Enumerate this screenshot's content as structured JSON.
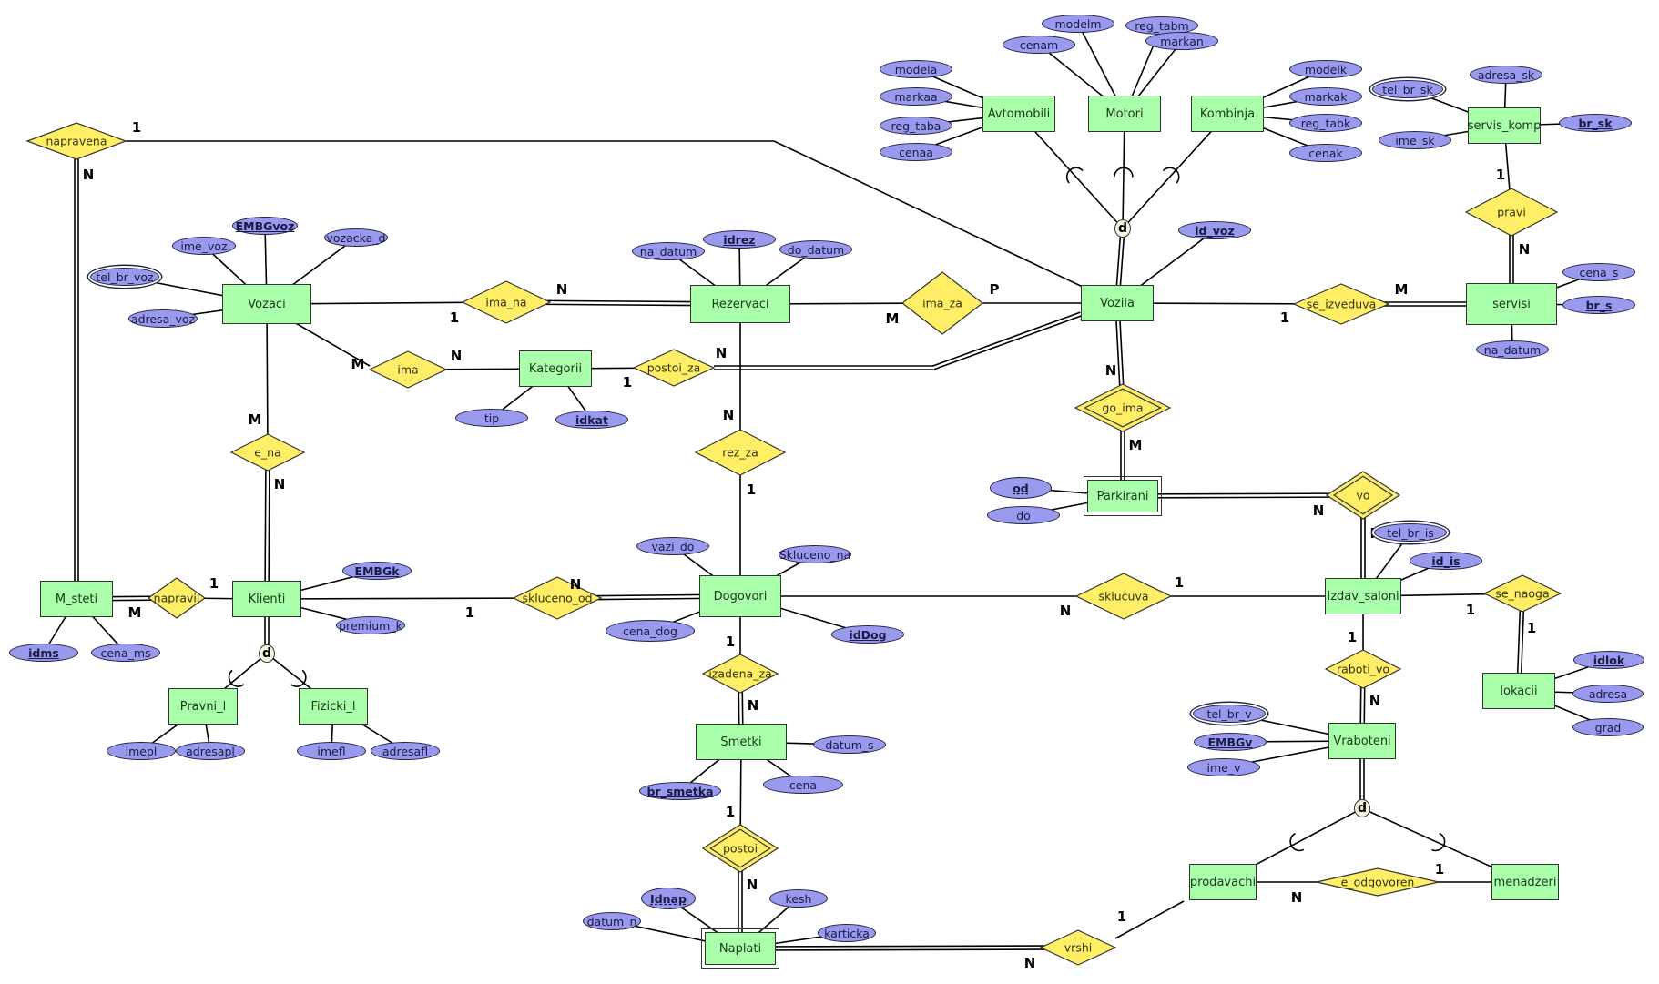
{
  "diagram": {
    "type": "ER diagram",
    "colors": {
      "entity": "#aaffaa",
      "attribute": "#9999ee",
      "relationship": "#ffee66",
      "line": "#000000"
    },
    "entities": [
      {
        "id": "Avtomobili",
        "label": "Avtomobili"
      },
      {
        "id": "Motori",
        "label": "Motori"
      },
      {
        "id": "Kombinja",
        "label": "Kombinja"
      },
      {
        "id": "servis_komp",
        "label": "servis_komp"
      },
      {
        "id": "Vozaci",
        "label": "Vozaci"
      },
      {
        "id": "Rezervaci",
        "label": "Rezervaci"
      },
      {
        "id": "Vozila",
        "label": "Vozila"
      },
      {
        "id": "servisi",
        "label": "servisi"
      },
      {
        "id": "Kategorii",
        "label": "Kategorii"
      },
      {
        "id": "Parkirani",
        "label": "Parkirani",
        "weak": true
      },
      {
        "id": "M_steti",
        "label": "M_steti"
      },
      {
        "id": "Klienti",
        "label": "Klienti"
      },
      {
        "id": "Dogovori",
        "label": "Dogovori"
      },
      {
        "id": "Izdav_saloni",
        "label": "Izdav_saloni"
      },
      {
        "id": "lokacii",
        "label": "lokacii"
      },
      {
        "id": "Pravni_l",
        "label": "Pravni_l"
      },
      {
        "id": "Fizicki_l",
        "label": "Fizicki_l"
      },
      {
        "id": "Smetki",
        "label": "Smetki"
      },
      {
        "id": "Vraboteni",
        "label": "Vraboteni"
      },
      {
        "id": "Naplati",
        "label": "Naplati",
        "weak": true
      },
      {
        "id": "prodavachi",
        "label": "prodavachi"
      },
      {
        "id": "menadzeri",
        "label": "menadzeri"
      }
    ],
    "attributes": [
      {
        "label": "modela",
        "of": "Avtomobili"
      },
      {
        "label": "markaa",
        "of": "Avtomobili"
      },
      {
        "label": "reg_taba",
        "of": "Avtomobili"
      },
      {
        "label": "cenaa",
        "of": "Avtomobili"
      },
      {
        "label": "cenam",
        "of": "Motori"
      },
      {
        "label": "modelm",
        "of": "Motori"
      },
      {
        "label": "reg_tabm",
        "of": "Motori"
      },
      {
        "label": "markan",
        "of": "Motori"
      },
      {
        "label": "modelk",
        "of": "Kombinja"
      },
      {
        "label": "markak",
        "of": "Kombinja"
      },
      {
        "label": "reg_tabk",
        "of": "Kombinja"
      },
      {
        "label": "cenak",
        "of": "Kombinja"
      },
      {
        "label": "tel_br_sk",
        "of": "servis_komp",
        "kind": "multi"
      },
      {
        "label": "adresa_sk",
        "of": "servis_komp"
      },
      {
        "label": "ime_sk",
        "of": "servis_komp"
      },
      {
        "label": "br_sk",
        "of": "servis_komp",
        "kind": "key"
      },
      {
        "label": "cena_s",
        "of": "servisi"
      },
      {
        "label": "br_s",
        "of": "servisi",
        "kind": "key"
      },
      {
        "label": "na_datum",
        "of": "servisi"
      },
      {
        "label": "id_voz",
        "of": "Vozila",
        "kind": "key"
      },
      {
        "label": "EMBGvoz",
        "of": "Vozaci",
        "kind": "key"
      },
      {
        "label": "ime_voz",
        "of": "Vozaci"
      },
      {
        "label": "vozacka_d",
        "of": "Vozaci"
      },
      {
        "label": "tel_br_voz",
        "of": "Vozaci",
        "kind": "multi"
      },
      {
        "label": "adresa_voz",
        "of": "Vozaci"
      },
      {
        "label": "na_datum",
        "of": "Rezervaci"
      },
      {
        "label": "idrez",
        "of": "Rezervaci",
        "kind": "key"
      },
      {
        "label": "do_datum",
        "of": "Rezervaci"
      },
      {
        "label": "tip",
        "of": "Kategorii"
      },
      {
        "label": "idkat",
        "of": "Kategorii",
        "kind": "key"
      },
      {
        "label": "od",
        "of": "Parkirani",
        "kind": "partial"
      },
      {
        "label": "do",
        "of": "Parkirani"
      },
      {
        "label": "idms",
        "of": "M_steti",
        "kind": "key"
      },
      {
        "label": "cena_ms",
        "of": "M_steti"
      },
      {
        "label": "EMBGk",
        "of": "Klienti",
        "kind": "key"
      },
      {
        "label": "premium_k",
        "of": "Klienti"
      },
      {
        "label": "imepl",
        "of": "Pravni_l"
      },
      {
        "label": "adresapl",
        "of": "Pravni_l"
      },
      {
        "label": "imefl",
        "of": "Fizicki_l"
      },
      {
        "label": "adresafl",
        "of": "Fizicki_l"
      },
      {
        "label": "vazi_do",
        "of": "Dogovori"
      },
      {
        "label": "Skluceno_na",
        "of": "Dogovori"
      },
      {
        "label": "cena_dog",
        "of": "Dogovori"
      },
      {
        "label": "idDog",
        "of": "Dogovori",
        "kind": "key"
      },
      {
        "label": "datum_s",
        "of": "Smetki"
      },
      {
        "label": "br_smetka",
        "of": "Smetki",
        "kind": "key"
      },
      {
        "label": "cena",
        "of": "Smetki"
      },
      {
        "label": "Idnap",
        "of": "Naplati",
        "kind": "partial"
      },
      {
        "label": "kesh",
        "of": "Naplati"
      },
      {
        "label": "datum_n",
        "of": "Naplati"
      },
      {
        "label": "karticka",
        "of": "Naplati"
      },
      {
        "label": "tel_br_is",
        "of": "Izdav_saloni",
        "kind": "multi"
      },
      {
        "label": "id_is",
        "of": "Izdav_saloni",
        "kind": "key"
      },
      {
        "label": "idlok",
        "of": "lokacii",
        "kind": "key"
      },
      {
        "label": "adresa",
        "of": "lokacii"
      },
      {
        "label": "grad",
        "of": "lokacii"
      },
      {
        "label": "tel_br_v",
        "of": "Vraboteni",
        "kind": "multi"
      },
      {
        "label": "EMBGv",
        "of": "Vraboteni",
        "kind": "key"
      },
      {
        "label": "ime_v",
        "of": "Vraboteni"
      }
    ],
    "relationships": [
      {
        "label": "napravena",
        "ends": [
          {
            "entity": "Vozila",
            "card": "1"
          },
          {
            "entity": "M_steti",
            "card": "N",
            "total": true
          }
        ]
      },
      {
        "label": "ima_na",
        "ends": [
          {
            "entity": "Vozaci",
            "card": "1"
          },
          {
            "entity": "Rezervaci",
            "card": "N",
            "total": true
          }
        ]
      },
      {
        "label": "ima_za",
        "ends": [
          {
            "entity": "Rezervaci",
            "card": "M"
          },
          {
            "entity": "Vozila",
            "card": "P"
          }
        ]
      },
      {
        "label": "ima",
        "ends": [
          {
            "entity": "Vozaci",
            "card": "M"
          },
          {
            "entity": "Kategorii",
            "card": "N"
          }
        ]
      },
      {
        "label": "postoi_za",
        "ends": [
          {
            "entity": "Kategorii",
            "card": "1"
          },
          {
            "entity": "Vozila",
            "card": "N",
            "total": true
          }
        ]
      },
      {
        "label": "se_izveduva",
        "ends": [
          {
            "entity": "Vozila",
            "card": "1"
          },
          {
            "entity": "servisi",
            "card": "M",
            "total": true
          }
        ]
      },
      {
        "label": "pravi",
        "ends": [
          {
            "entity": "servis_komp",
            "card": "1"
          },
          {
            "entity": "servisi",
            "card": "N",
            "total": true
          }
        ]
      },
      {
        "label": "go_ima",
        "identifying": true,
        "ends": [
          {
            "entity": "Vozila",
            "card": "N",
            "total": true
          },
          {
            "entity": "Parkirani",
            "card": "M",
            "total": true
          }
        ]
      },
      {
        "label": "vo",
        "identifying": true,
        "ends": [
          {
            "entity": "Parkirani",
            "card": "N",
            "total": true
          },
          {
            "entity": "Izdav_saloni",
            "card": "M",
            "total": true
          }
        ]
      },
      {
        "label": "e_na",
        "ends": [
          {
            "entity": "Vozaci",
            "card": "M"
          },
          {
            "entity": "Klienti",
            "card": "N",
            "total": true
          }
        ]
      },
      {
        "label": "rez_za",
        "ends": [
          {
            "entity": "Rezervaci",
            "card": "N"
          },
          {
            "entity": "Dogovori",
            "card": "1"
          }
        ]
      },
      {
        "label": "napravil",
        "ends": [
          {
            "entity": "M_steti",
            "card": "M",
            "total": true
          },
          {
            "entity": "Klienti",
            "card": "1"
          }
        ]
      },
      {
        "label": "skluceno_od",
        "ends": [
          {
            "entity": "Klienti",
            "card": "1"
          },
          {
            "entity": "Dogovori",
            "card": "N",
            "total": true
          }
        ]
      },
      {
        "label": "sklucuva",
        "ends": [
          {
            "entity": "Dogovori",
            "card": "N"
          },
          {
            "entity": "Izdav_saloni",
            "card": "1"
          }
        ]
      },
      {
        "label": "se_naoga",
        "ends": [
          {
            "entity": "Izdav_saloni",
            "card": "1"
          },
          {
            "entity": "lokacii",
            "card": "1",
            "total": true
          }
        ]
      },
      {
        "label": "izadena_za",
        "ends": [
          {
            "entity": "Dogovori",
            "card": "1"
          },
          {
            "entity": "Smetki",
            "card": "N",
            "total": true
          }
        ]
      },
      {
        "label": "raboti_vo",
        "ends": [
          {
            "entity": "Izdav_saloni",
            "card": "1"
          },
          {
            "entity": "Vraboteni",
            "card": "N",
            "total": true
          }
        ]
      },
      {
        "label": "postoi",
        "identifying": true,
        "ends": [
          {
            "entity": "Smetki",
            "card": "1"
          },
          {
            "entity": "Naplati",
            "card": "N",
            "total": true
          }
        ]
      },
      {
        "label": "vrshi",
        "ends": [
          {
            "entity": "Naplati",
            "card": "N",
            "total": true
          },
          {
            "entity": "prodavachi",
            "card": "1"
          }
        ]
      },
      {
        "label": "e_odgovoren",
        "ends": [
          {
            "entity": "prodavachi",
            "card": "N"
          },
          {
            "entity": "menadzeri",
            "card": "1"
          }
        ]
      }
    ],
    "specializations": [
      {
        "symbol": "d",
        "superclass": "Vozila",
        "subclasses": [
          "Avtomobili",
          "Motori",
          "Kombinja"
        ]
      },
      {
        "symbol": "d",
        "superclass": "Klienti",
        "subclasses": [
          "Pravni_l",
          "Fizicki_l"
        ]
      },
      {
        "symbol": "d",
        "superclass": "Vraboteni",
        "subclasses": [
          "prodavachi",
          "menadzeri"
        ]
      }
    ]
  }
}
